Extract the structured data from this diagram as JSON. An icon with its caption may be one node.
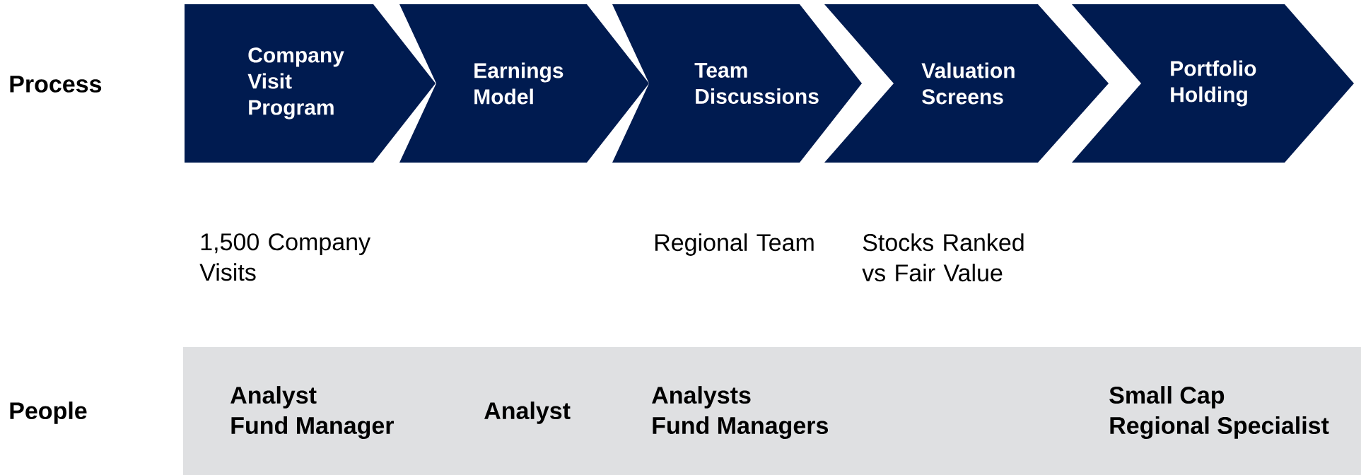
{
  "diagram": {
    "nodes": [
      {
        "text": [
          "Company Visit Program"
        ],
        "beside": [
          "1,500 Company Visits"
        ]
      },
      {
        "text": [
          "Earnings Model"
        ]
      },
      {
        "text": [
          "Team Discussions"
        ],
        "beside": [
          "Regional Team"
        ]
      },
      {
        "text": [
          "Valuation Screens"
        ],
        "beside": [
          "Stocks Ranked vs Fair Value"
        ]
      },
      {
        "text": [
          "Portfolio Holding"
        ]
      },
      {
        "text": [
          "Analyst",
          "Fund Manager",
          "Analyst",
          "Analysts",
          "Fund Managers",
          "Small Cap",
          "Regional Specialist"
        ]
      }
    ],
    "labels": [
      "Process",
      "People"
    ]
  }
}
